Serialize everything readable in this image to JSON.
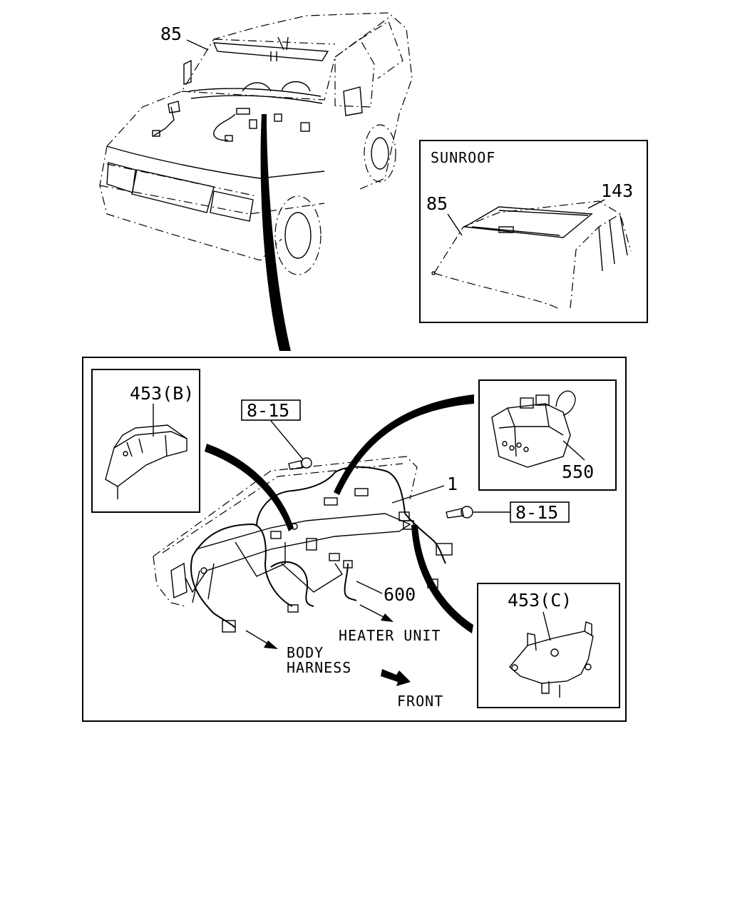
{
  "callouts": {
    "vehicle_harness": "85",
    "sunroof_title": "SUNROOF",
    "sunroof_harness": "85",
    "sunroof_part": "143",
    "bracket_b": "453(B)",
    "screw_ref_upper": "8-15",
    "screw_ref_right": "8-15",
    "instrument_harness": "1",
    "connector": "550",
    "heater_harness": "600",
    "bracket_c": "453(C)"
  },
  "notes": {
    "heater_unit": "HEATER UNIT",
    "body_harness_line1": "BODY",
    "body_harness_line2": "HARNESS",
    "front": "FRONT"
  }
}
